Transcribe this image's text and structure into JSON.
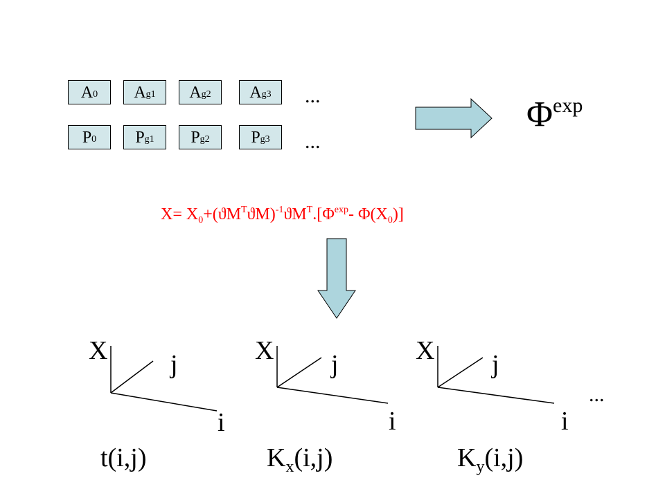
{
  "top_rows": {
    "a_row": [
      {
        "base": "A",
        "sub": "0"
      },
      {
        "base": "A",
        "sub": "g1"
      },
      {
        "base": "A",
        "sub": "g2"
      },
      {
        "base": "A",
        "sub": "g3"
      }
    ],
    "p_row": [
      {
        "base": "P",
        "sub": "0"
      },
      {
        "base": "P",
        "sub": "g1"
      },
      {
        "base": "P",
        "sub": "g2"
      },
      {
        "base": "P",
        "sub": "g3"
      }
    ],
    "ellipsis_a": "...",
    "ellipsis_p": "..."
  },
  "phi_exp": {
    "base": "Φ",
    "sup": "exp"
  },
  "formula": {
    "p1": "X= X",
    "s1": "0",
    "p2": "+(ϑM",
    "t1": "T",
    "p3": "ϑM)",
    "t2": "-1",
    "p4": "ϑM",
    "t3": "T",
    "p5": ".[Φ",
    "t4": "exp",
    "p6": "- Φ(X",
    "s2": "0",
    "p7": ")]"
  },
  "axes": [
    {
      "top": "X",
      "right": "j",
      "bottom": "i"
    },
    {
      "top": "X",
      "right": "j",
      "bottom": "i"
    },
    {
      "top": "X",
      "right": "j",
      "bottom": "i"
    }
  ],
  "axes_ellipsis": "...",
  "functions": [
    {
      "base": "t(i,j)",
      "sub": "",
      "rest": ""
    },
    {
      "base": "K",
      "sub": "x",
      "rest": "(i,j)"
    },
    {
      "base": "K",
      "sub": "y",
      "rest": "(i,j)"
    }
  ],
  "colors": {
    "box_fill": "#d3e7ea",
    "arrow_fill": "#add5dd",
    "formula_color": "#ff0000"
  }
}
